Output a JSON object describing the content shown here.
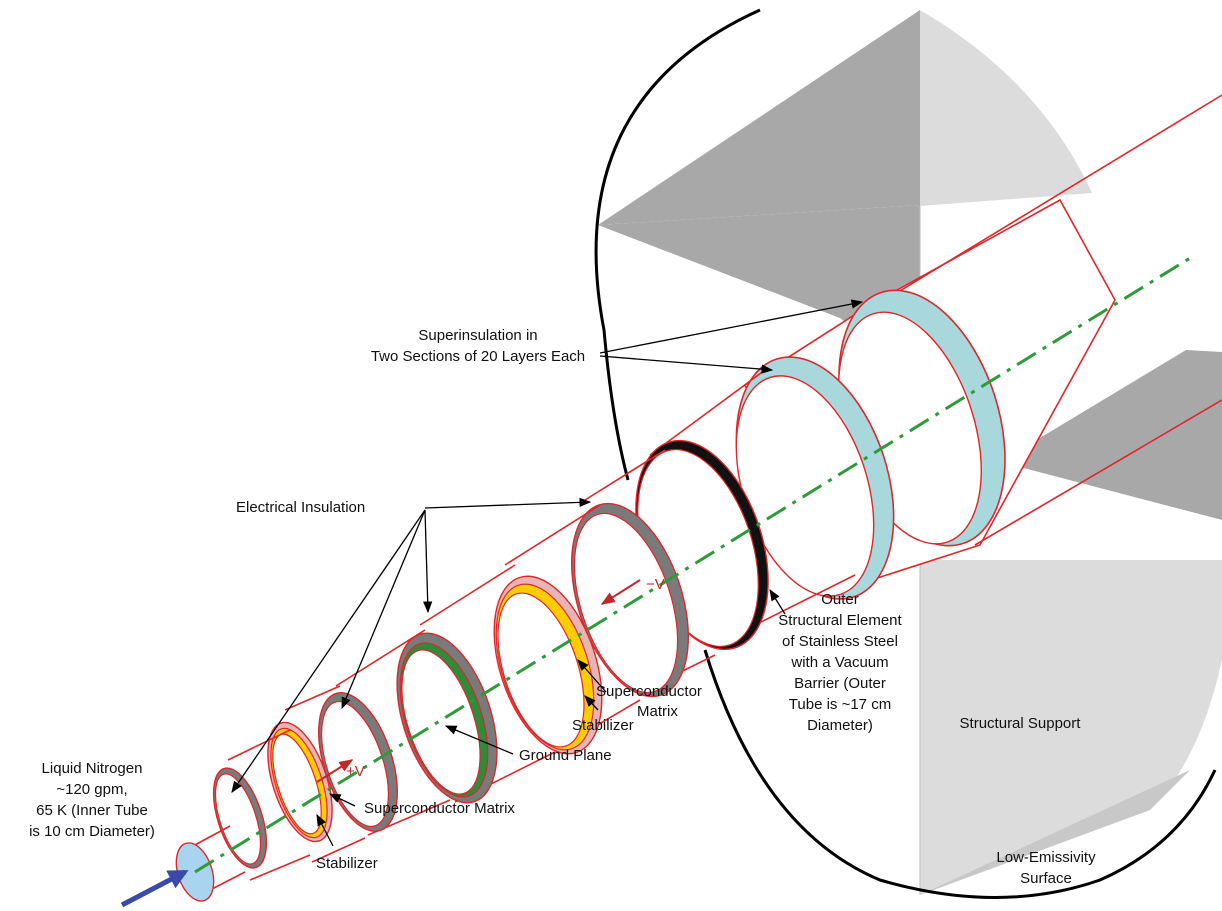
{
  "labels": {
    "superinsulation_line1": "Superinsulation in",
    "superinsulation_line2": "Two Sections of 20 Layers Each",
    "electrical_insulation": "Electrical Insulation",
    "liquid_nitrogen_line1": "Liquid Nitrogen",
    "liquid_nitrogen_line2": "~120 gpm,",
    "liquid_nitrogen_line3": "65 K (Inner Tube",
    "liquid_nitrogen_line4": "is 10 cm Diameter)",
    "stabilizer_inner": "Stabilizer",
    "superconductor_matrix_inner": "Superconductor Matrix",
    "ground_plane": "Ground Plane",
    "stabilizer_outer": "Stabilizer",
    "superconductor_matrix_outer_line1": "Superconductor",
    "superconductor_matrix_outer_line2": "Matrix",
    "outer_line1": "Outer",
    "outer_line2": "Structural Element",
    "outer_line3": "of Stainless Steel",
    "outer_line4": "with a Vacuum",
    "outer_line5": "Barrier (Outer",
    "outer_line6": "Tube is ~17 cm",
    "outer_line7": "Diameter)",
    "structural_support": "Structural Support",
    "low_emissivity_line1": "Low-Emissivity",
    "low_emissivity_line2": "Surface",
    "plus_v": "+V",
    "minus_v": "−V"
  },
  "colors": {
    "tube_outline": "#e0262a",
    "superinsulation": "#a8d8dc",
    "electrical_insulation": "#7a7a7a",
    "superconductor": "#ffcc00",
    "ground_plane": "#2e8b3a",
    "axis": "#2e9a3a",
    "flow_arrow": "#3a4aa8",
    "inner_face": "#a8d4f0",
    "support_dark": "#a8a8a8",
    "support_light": "#dcdcdc"
  }
}
